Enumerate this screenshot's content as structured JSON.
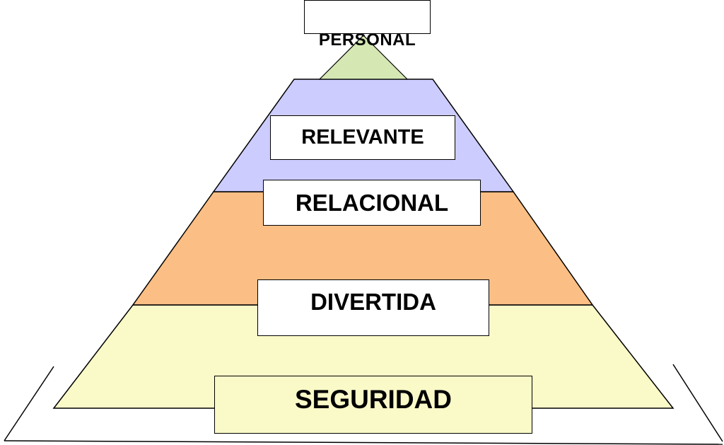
{
  "levels": [
    {
      "key": "personal",
      "label": "PERSONAL",
      "fill": "#d5e8b4"
    },
    {
      "key": "relevante",
      "label": "RELEVANTE",
      "fill": "#ccccff"
    },
    {
      "key": "relacional",
      "label": "RELACIONAL",
      "fill": "#fbbe84"
    },
    {
      "key": "seguridad_divertida",
      "label": "DIVERTIDA",
      "fill": "#fafac8"
    },
    {
      "key": "seguridad",
      "label": "SEGURIDAD",
      "fill": "#fafac8"
    }
  ]
}
